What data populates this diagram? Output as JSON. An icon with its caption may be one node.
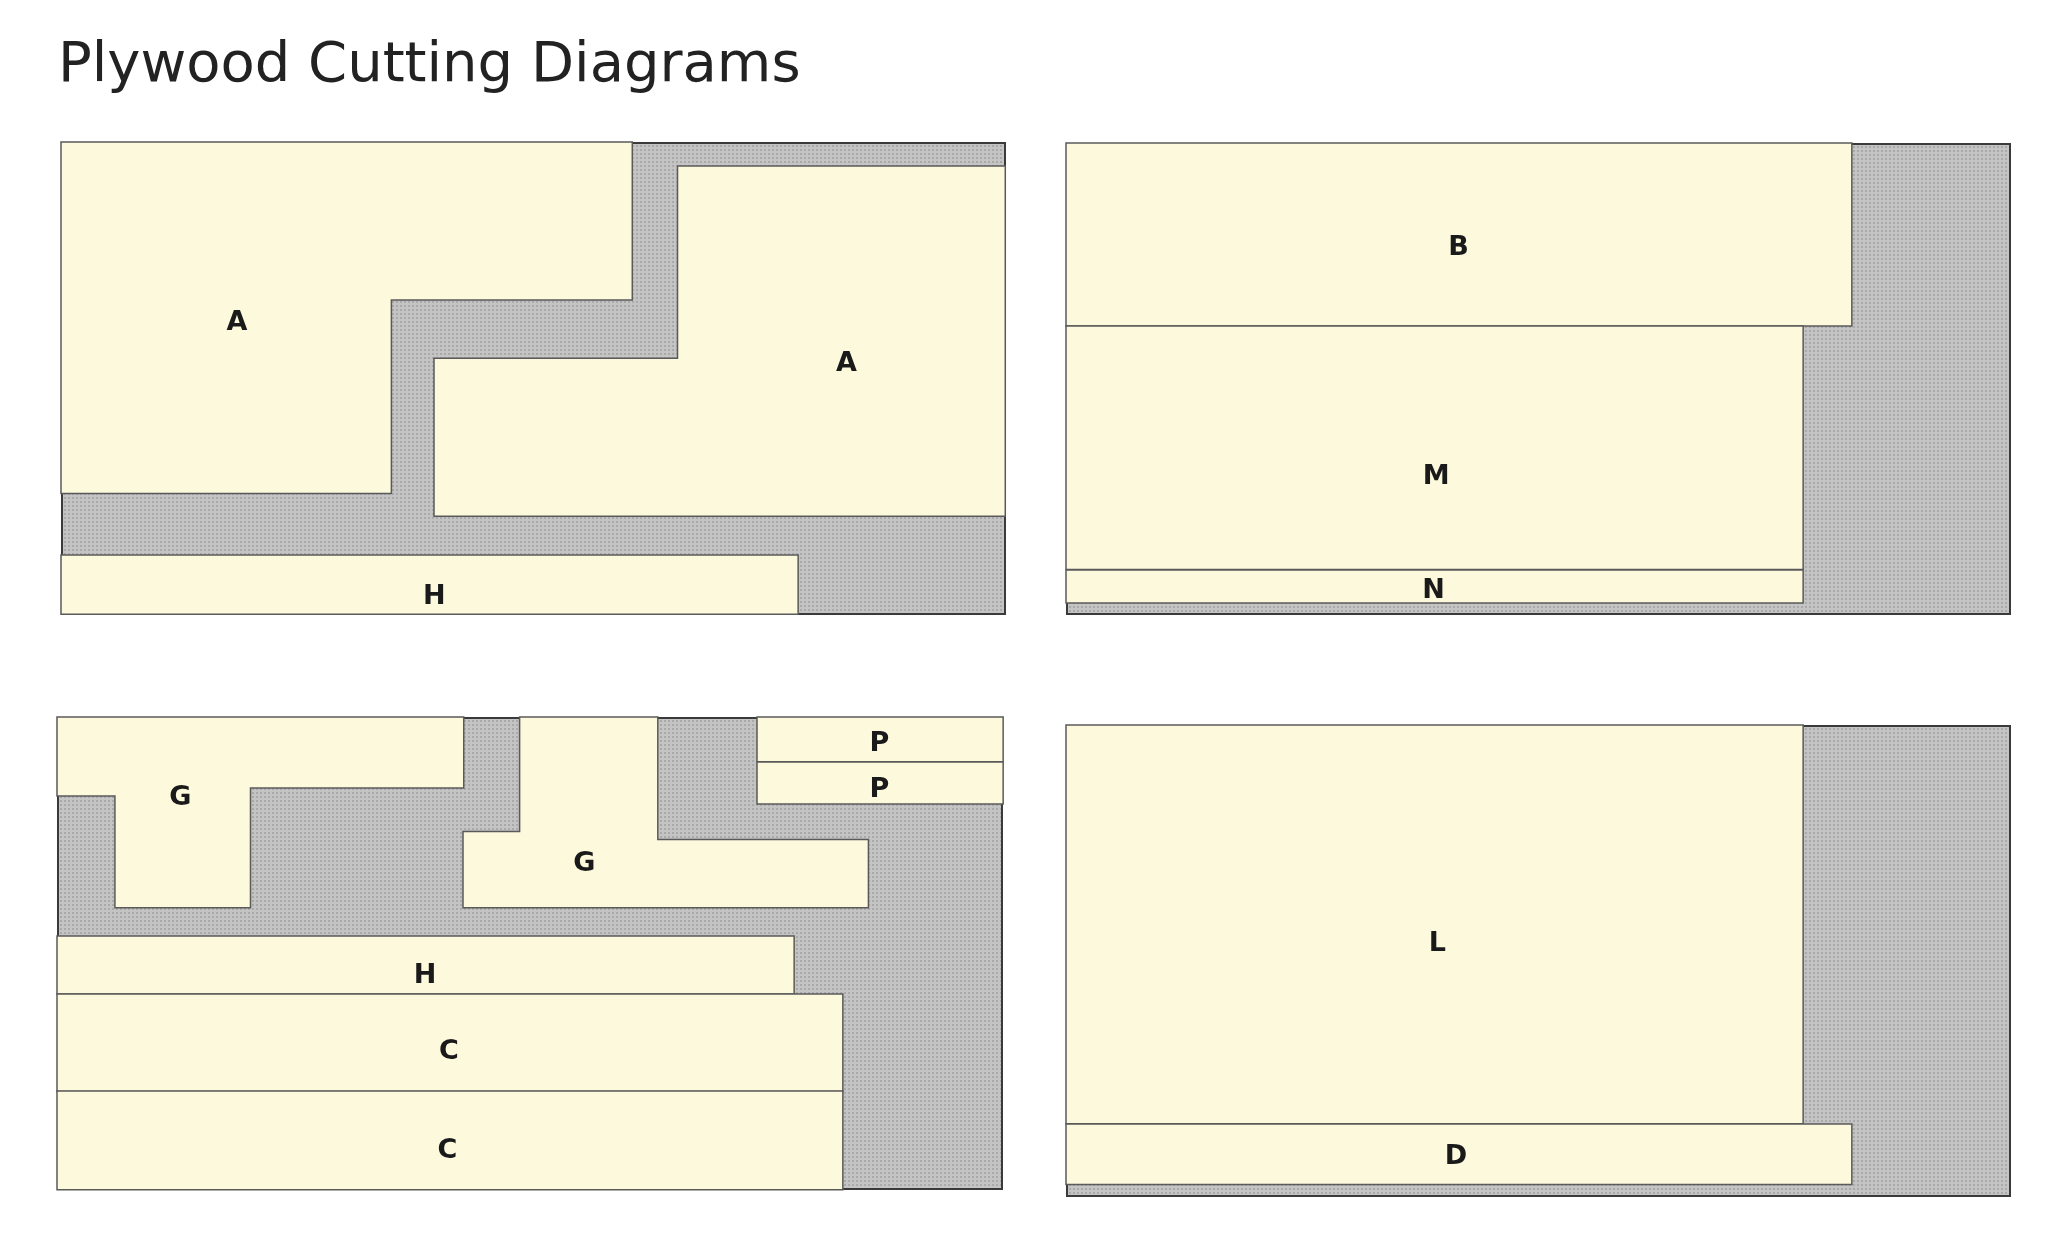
{
  "diagram": {
    "title": "Plywood Cutting Diagrams",
    "nodes": [
      {
        "text": [],
        "shape": "box"
      },
      {
        "text": [
          "A"
        ],
        "in": 0
      },
      {
        "text": [
          "A"
        ],
        "in": 0
      },
      {
        "text": [
          "H"
        ],
        "in": 0
      },
      {
        "text": [],
        "shape": "box"
      },
      {
        "text": [
          "B"
        ],
        "in": 4
      },
      {
        "text": [
          "M"
        ],
        "in": 4
      },
      {
        "text": [
          "N"
        ],
        "in": 4
      },
      {
        "text": [],
        "shape": "box"
      },
      {
        "text": [
          "G"
        ],
        "in": 8
      },
      {
        "text": [
          "G"
        ],
        "in": 8
      },
      {
        "text": [
          "P"
        ],
        "in": 8
      },
      {
        "text": [
          "P"
        ],
        "in": 8
      },
      {
        "text": [
          "H"
        ],
        "in": 8
      },
      {
        "text": [
          "C"
        ],
        "in": 8
      },
      {
        "text": [
          "C"
        ],
        "in": 8
      },
      {
        "text": [],
        "shape": "box"
      },
      {
        "text": [
          "L"
        ],
        "in": 16
      },
      {
        "text": [
          "D"
        ],
        "in": 16
      }
    ]
  }
}
